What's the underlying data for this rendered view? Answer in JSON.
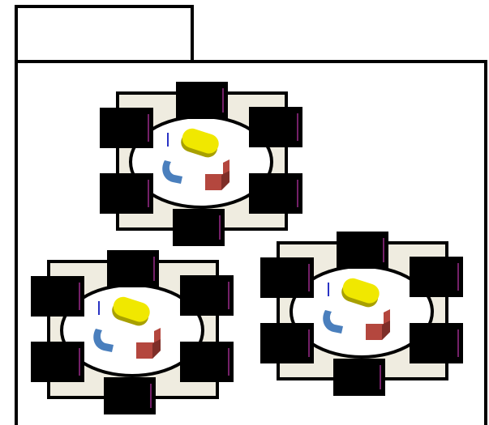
{
  "folder": {
    "tab_label": "",
    "colors": {
      "outline": "#000000",
      "background": "#ffffff"
    }
  },
  "tables": [
    {
      "seats": 6,
      "items": [
        "yellow-capsule",
        "blue-curved-piece",
        "red-l-block",
        "blue-marker"
      ]
    },
    {
      "seats": 6,
      "items": [
        "yellow-capsule",
        "blue-curved-piece",
        "red-l-block",
        "blue-marker"
      ]
    },
    {
      "seats": 6,
      "items": [
        "yellow-capsule",
        "blue-curved-piece",
        "red-l-block",
        "blue-marker"
      ]
    }
  ],
  "colors": {
    "rug": "#efece0",
    "chair": "#000000",
    "chair_accent": "#9b2a8a",
    "table_top": "#ffffff",
    "yellow_item": "#f0e800",
    "yellow_shadow": "#a8a000",
    "blue_item": "#4a7fbd",
    "red_item": "#b4473e",
    "red_shadow": "#7e2e28",
    "marker": "#2a33c4"
  }
}
